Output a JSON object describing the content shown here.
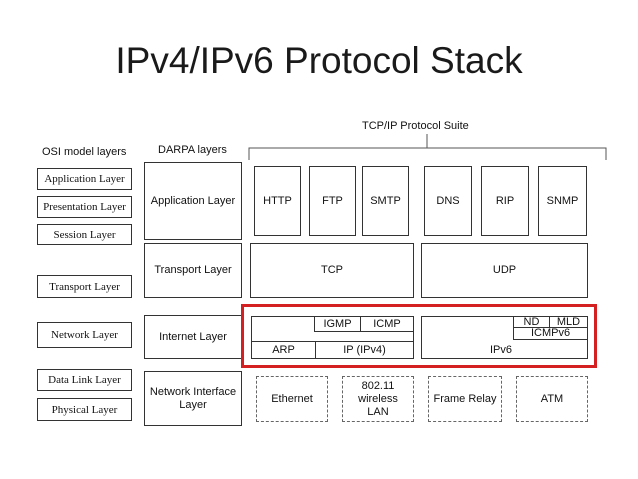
{
  "title": "IPv4/IPv6 Protocol Stack",
  "headers": {
    "osi": "OSI model layers",
    "darpa": "DARPA layers",
    "suite": "TCP/IP Protocol Suite"
  },
  "osi_layers": {
    "application": "Application Layer",
    "presentation": "Presentation Layer",
    "session": "Session Layer",
    "transport": "Transport Layer",
    "network": "Network Layer",
    "datalink": "Data Link Layer",
    "physical": "Physical Layer"
  },
  "darpa_layers": {
    "application": "Application Layer",
    "transport": "Transport Layer",
    "internet": "Internet Layer",
    "network_interface": "Network Interface Layer"
  },
  "application_protocols": {
    "http": "HTTP",
    "ftp": "FTP",
    "smtp": "SMTP",
    "dns": "DNS",
    "rip": "RIP",
    "snmp": "SNMP"
  },
  "transport_protocols": {
    "tcp": "TCP",
    "udp": "UDP"
  },
  "internet_protocols": {
    "igmp": "IGMP",
    "icmp": "ICMP",
    "arp": "ARP",
    "ipv4": "IP (IPv4)",
    "nd": "ND",
    "mld": "MLD",
    "icmpv6": "ICMPv6",
    "ipv6": "IPv6"
  },
  "link_protocols": {
    "ethernet": "Ethernet",
    "wireless": "802.11 wireless LAN",
    "frame_relay": "Frame Relay",
    "atm": "ATM"
  },
  "colors": {
    "highlight": "#d42020",
    "border": "#333333"
  }
}
